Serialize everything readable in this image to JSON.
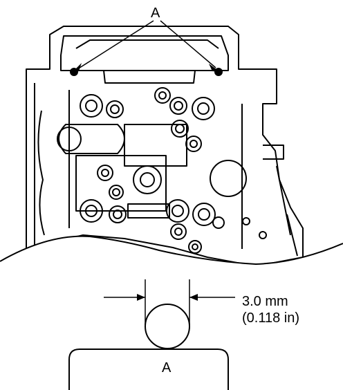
{
  "callout_top": "A",
  "callout_bottom": "A",
  "dimension": {
    "metric": "3.0 mm",
    "imperial": "(0.118 in)"
  }
}
